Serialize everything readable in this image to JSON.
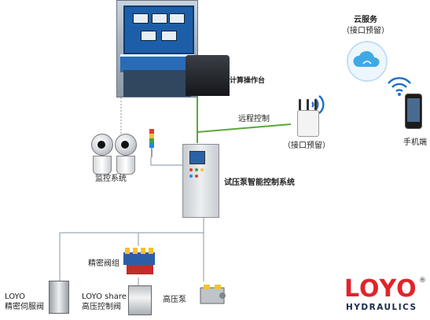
{
  "labels": {
    "console": "计算操作台",
    "remote_control": "远程控制",
    "router": "（接口预留）",
    "cloud_title": "云服务",
    "cloud_sub": "（接口预留）",
    "phone": "手机端",
    "monitoring": "监控系统",
    "control_system": "试压泵智能控制系统",
    "valve_group": "精密阀组",
    "servo_valve_brand": "LOYO",
    "servo_valve": "精密伺服阀",
    "hp_valve_brand": "LOYO share",
    "hp_valve": "高压控制阀",
    "hp_pump": "高压泵"
  },
  "logo": {
    "word": "LOYO",
    "registered": "®",
    "sub": "HYDRAULICS",
    "color": "#e0242b"
  },
  "colors": {
    "network_line": "#5aa83a",
    "wire_line": "#9aa8b6",
    "wifi": "#1e6fc8"
  },
  "icons": [
    "wifi-icon",
    "cloud-icon",
    "camera-icon",
    "router-icon",
    "phone-icon",
    "cabinet-icon",
    "pump-icon",
    "valve-icon"
  ]
}
